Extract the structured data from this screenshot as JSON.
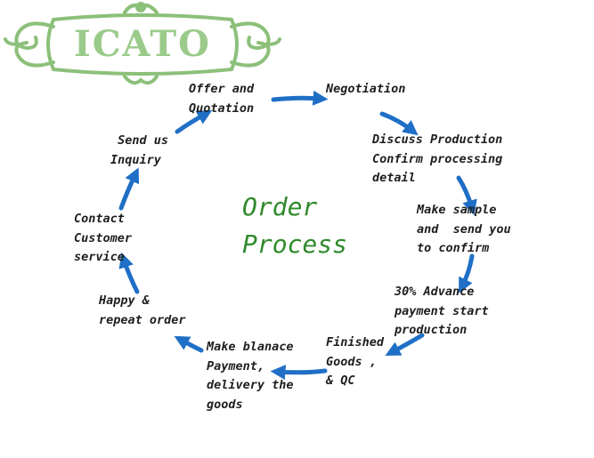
{
  "brand": {
    "name": "ICATO",
    "color": "#9acb8a",
    "border_color": "#8cc07a"
  },
  "center_title": "Order\nProcess",
  "steps": [
    {
      "id": "offer",
      "text": "Offer and\nQuotation"
    },
    {
      "id": "negotiation",
      "text": "Negotiation"
    },
    {
      "id": "discuss",
      "text": "Discuss Production\nConfirm processing\ndetail"
    },
    {
      "id": "sample",
      "text": "Make sample\nand  send you\nto confirm"
    },
    {
      "id": "advance",
      "text": "30% Advance\npayment start\nproduction"
    },
    {
      "id": "finished",
      "text": "Finished\nGoods ,\n& QC"
    },
    {
      "id": "balance",
      "text": "Make blanace\nPayment,\ndelivery the\ngoods"
    },
    {
      "id": "repeat",
      "text": "Happy &\nrepeat order"
    },
    {
      "id": "contact",
      "text": "Contact\nCustomer\nservice"
    },
    {
      "id": "inquiry",
      "text": " Send us\nInquiry"
    }
  ],
  "colors": {
    "arrow": "#1f6fc6",
    "title": "#2f8a2b",
    "text": "#1e1e1e"
  },
  "arrow_icon": "arrow-icon"
}
